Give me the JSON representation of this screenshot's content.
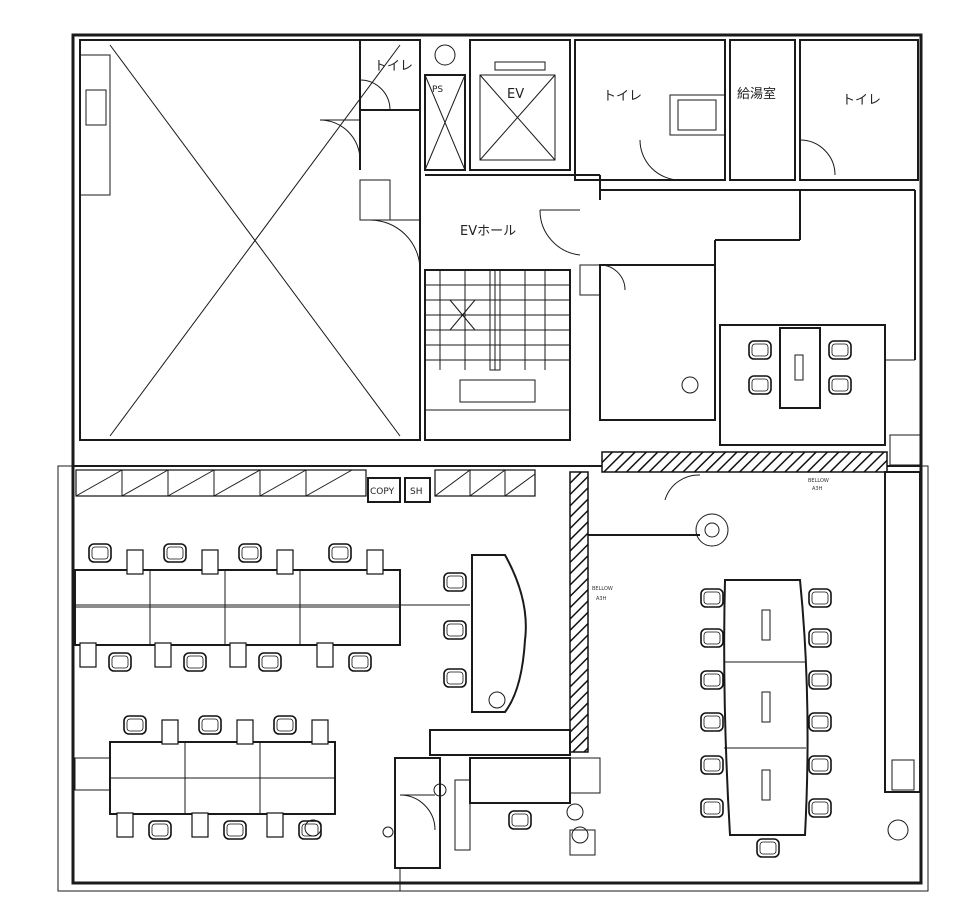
{
  "rooms": {
    "toilet_left": "トイレ",
    "ps": "PS",
    "ev": "EV",
    "toilet_center": "トイレ",
    "kitchenette": "給湯室",
    "toilet_right": "トイレ",
    "ev_hall": "EVホール"
  },
  "fixtures": {
    "copy": "COPY",
    "sh": "SH"
  }
}
